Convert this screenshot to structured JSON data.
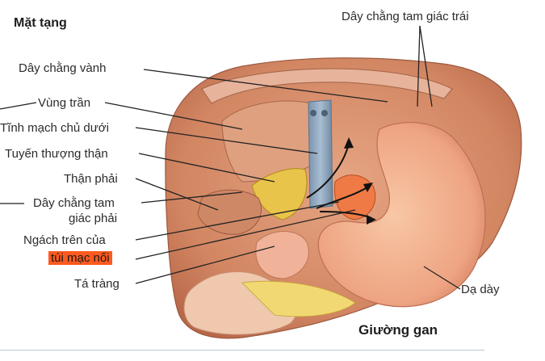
{
  "figure": {
    "title": "Mặt tạng",
    "bottom_label": "Giường gan"
  },
  "labels": {
    "left_triangular_ligament": "Dây chằng tam giác trái",
    "coronary_ligament": "Dây chằng vành",
    "bare_area": "Vùng trần",
    "ivc": "Tĩnh mạch chủ dưới",
    "adrenal_gland": "Tuyến thượng thận",
    "right_kidney": "Thận phải",
    "right_triangular_ligament_1": "Dây chằng tam",
    "right_triangular_ligament_2": "giác phải",
    "omental_recess_1": "Ngách trên của",
    "omental_recess_2": "túi mạc nối",
    "duodenum": "Tá tràng",
    "stomach": "Dạ dày"
  },
  "colors": {
    "highlight": "#ff5a1f",
    "liver": "#d98f6c",
    "stomach": "#f2b08d",
    "vessel": "#8fa7bf",
    "adrenal": "#e8c44a",
    "leader": "#222222"
  }
}
